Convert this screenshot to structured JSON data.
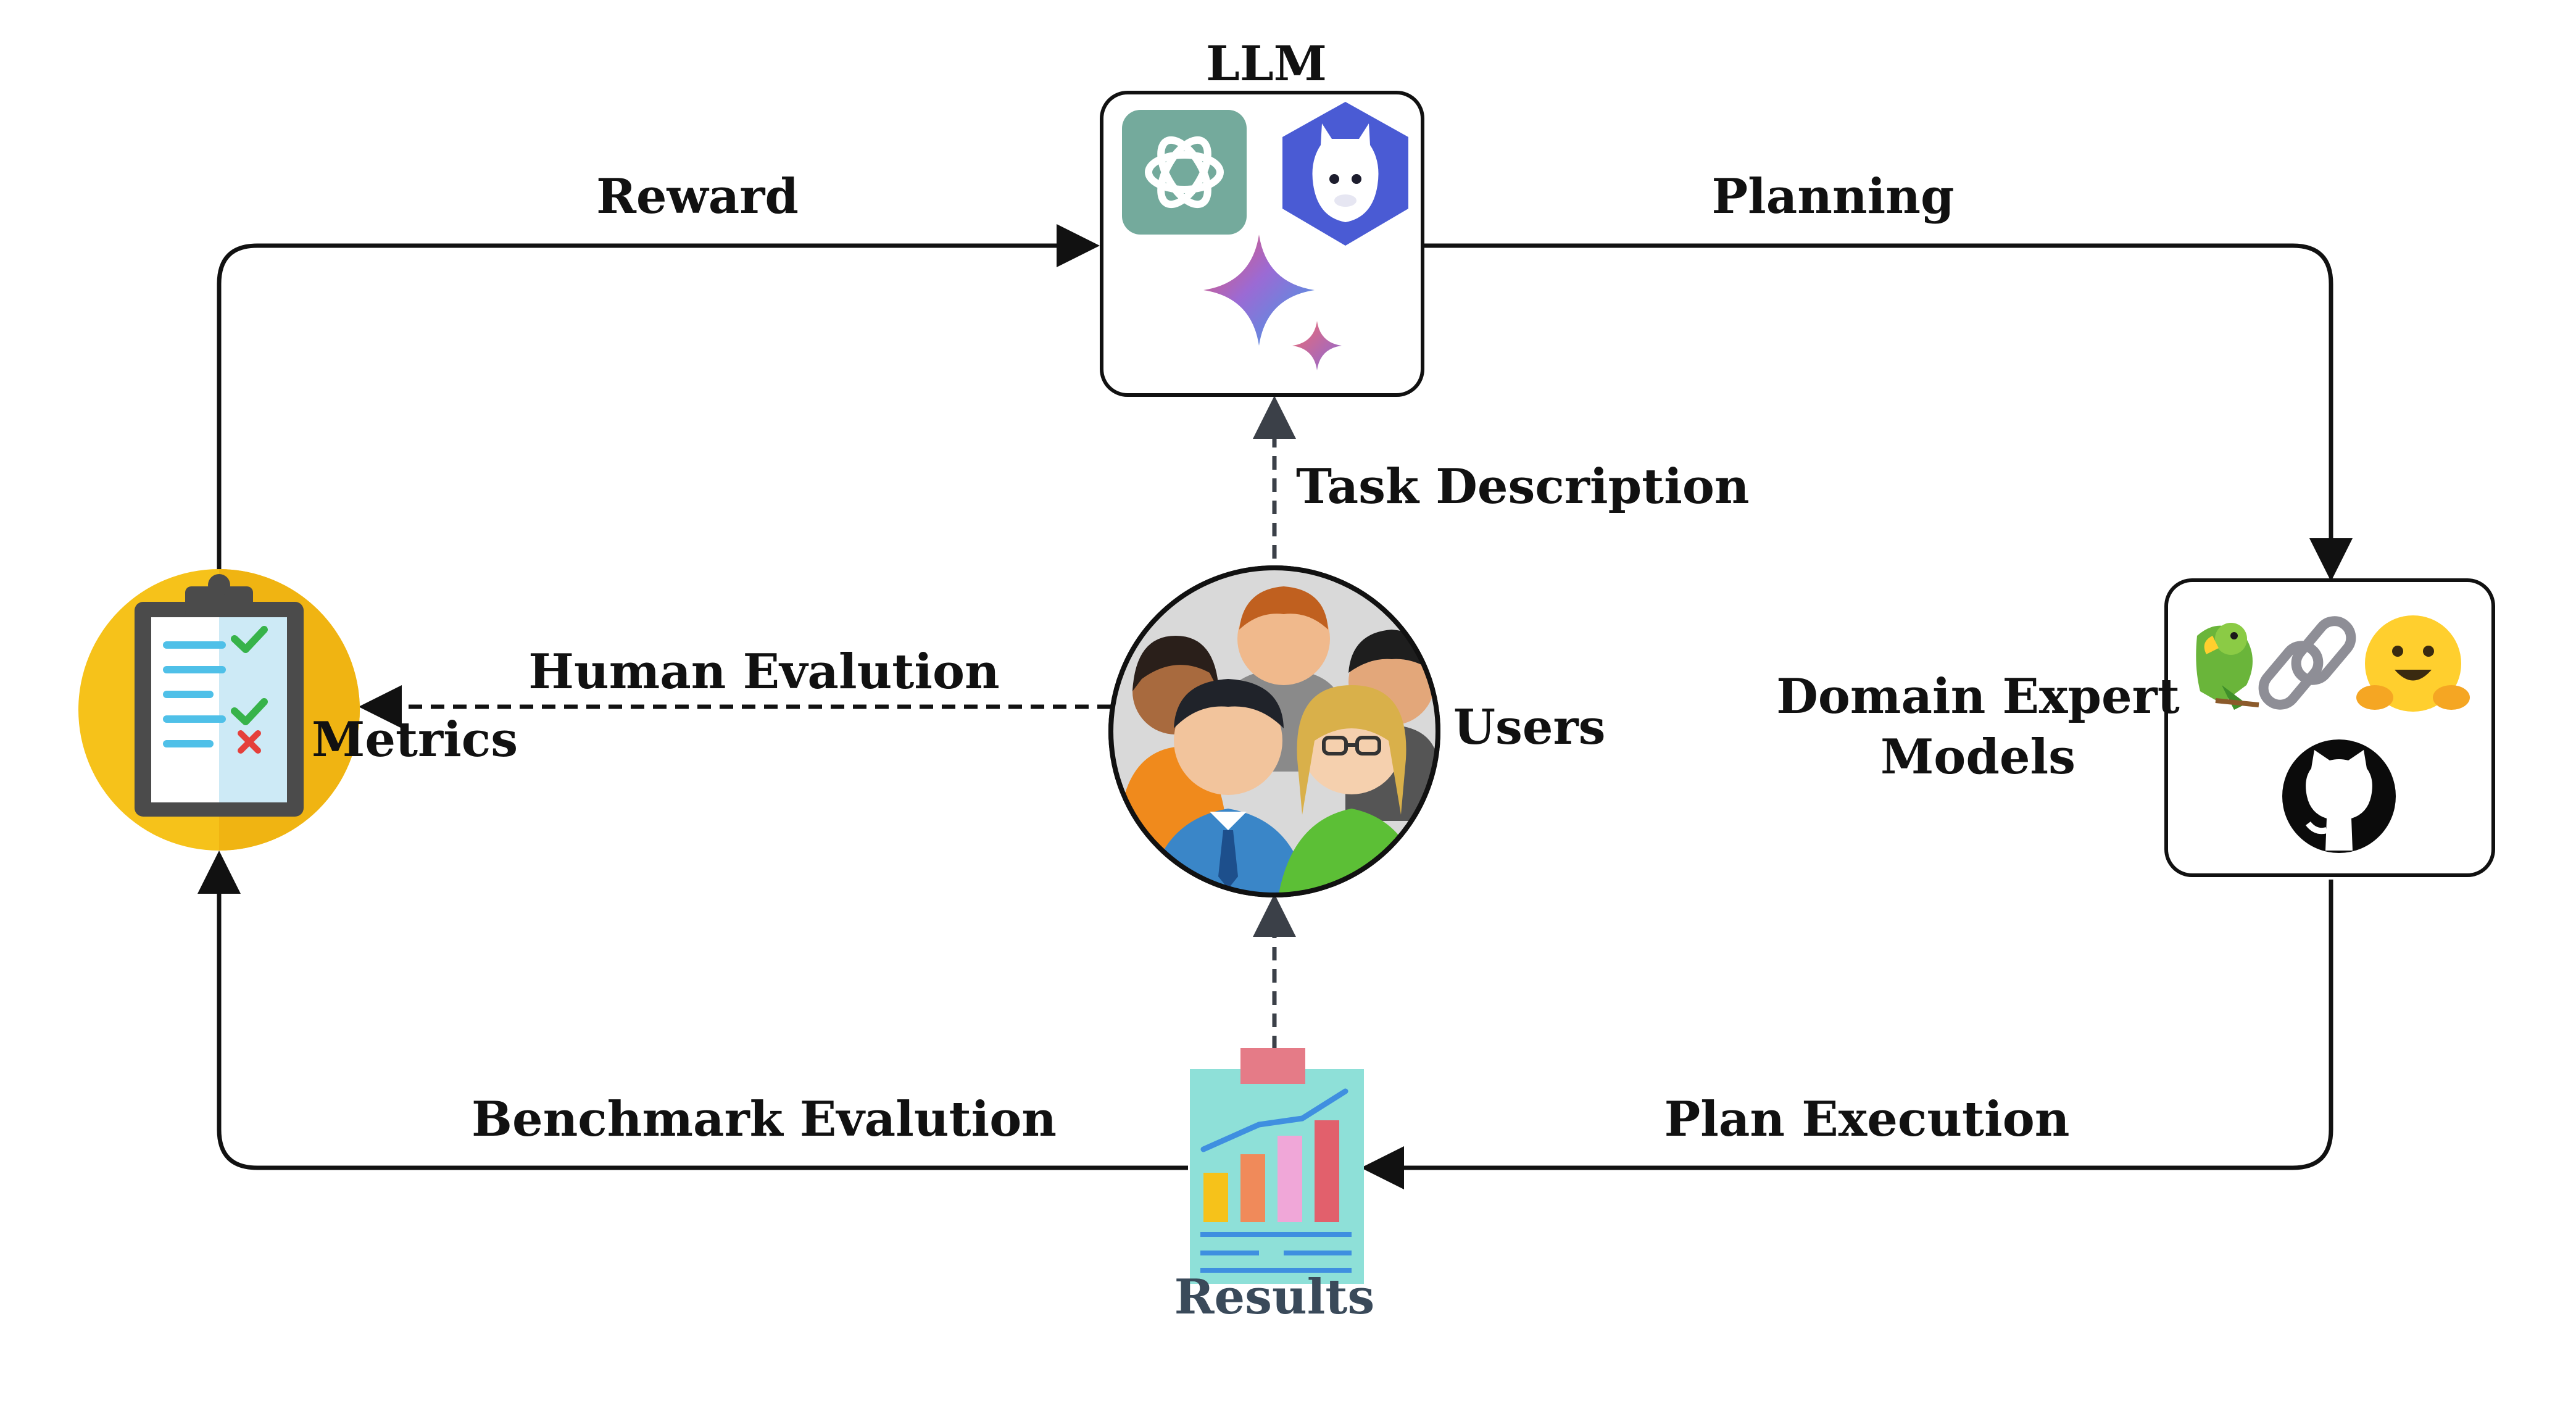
{
  "nodes": {
    "llm": {
      "label": "LLM",
      "icons": [
        "openai-logo-icon",
        "llama-logo-icon",
        "gemini-sparkle-icon"
      ]
    },
    "domain_expert": {
      "label_line1": "Domain Expert",
      "label_line2": "Models",
      "icons": [
        "parrot-icon",
        "link-icon",
        "hugging-face-icon",
        "github-icon"
      ]
    },
    "users": {
      "label": "Users",
      "icons": [
        "users-group-icon"
      ]
    },
    "metrics": {
      "label": "Metrics",
      "icons": [
        "clipboard-checklist-icon"
      ]
    },
    "results": {
      "label": "Results",
      "icons": [
        "results-report-icon"
      ]
    }
  },
  "edges": {
    "reward": "Reward",
    "planning": "Planning",
    "task_description": "Task Description",
    "human_evaluation": "Human Evalution",
    "benchmark_evaluation": "Benchmark Evalution",
    "plan_execution": "Plan Execution"
  },
  "colors": {
    "arrow": "#111111",
    "dashed_arrow": "#3b4048",
    "openai_bg": "#74aa9c",
    "llama_bg": "#4a5bd4",
    "metrics_circle": "#f6c21a",
    "clipboard": "#4b4b4b",
    "results_paper": "#8ee0d8",
    "results_clip": "#e57b87"
  }
}
